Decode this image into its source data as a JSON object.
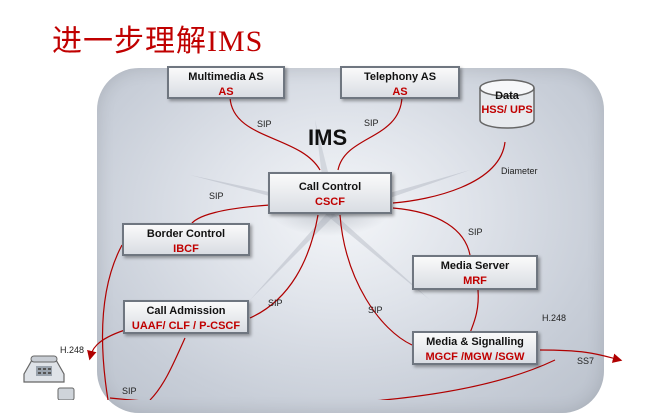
{
  "title": "进一步理解IMS",
  "ims_label": "IMS",
  "nodes": {
    "multimedia_as": {
      "name": "Multimedia AS",
      "sub": "AS"
    },
    "telephony_as": {
      "name": "Telephony AS",
      "sub": "AS"
    },
    "data": {
      "name": "Data",
      "sub": "HSS/ UPS"
    },
    "call_control": {
      "name": "Call Control",
      "sub": "CSCF"
    },
    "border_control": {
      "name": "Border Control",
      "sub": "IBCF"
    },
    "media_server": {
      "name": "Media Server",
      "sub": "MRF"
    },
    "call_admission": {
      "name": "Call Admission",
      "sub": "UAAF/ CLF / P-CSCF"
    },
    "media_signalling": {
      "name": "Media & Signalling",
      "sub": "MGCF /MGW /SGW"
    }
  },
  "links": {
    "sip_1": "SIP",
    "sip_2": "SIP",
    "sip_3": "SIP",
    "sip_4": "SIP",
    "sip_5": "SIP",
    "sip_6": "SIP",
    "sip_7": "SIP",
    "diameter": "Diameter",
    "h248_right": "H.248",
    "h248_left": "H.248",
    "ss7": "SS7"
  },
  "colors": {
    "accent": "#c00000",
    "wire": "#b00000"
  }
}
